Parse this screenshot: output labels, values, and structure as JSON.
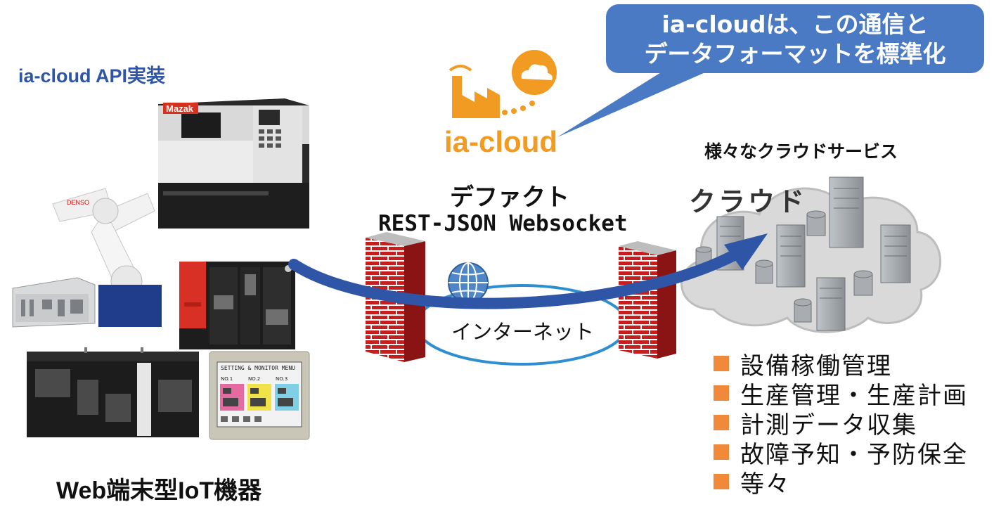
{
  "labels": {
    "api_impl": "ia-cloud API実装",
    "iot_devices": "Web端末型IoT機器",
    "defacto": "デファクト",
    "protocol": "REST-JSON Websocket",
    "internet": "インターネット",
    "cloud": "クラウド",
    "services_title": "様々なクラウドサービス",
    "ia_cloud_logo": "ia-cloud",
    "mazak_brand": "Mazak",
    "denso_brand": "DENSO",
    "hmi_header": "SETTING & MONITOR MENU",
    "hmi_no1": "NO.1",
    "hmi_no2": "NO.2",
    "hmi_no3": "NO.3"
  },
  "callout": {
    "line1": "ia-cloudは、この通信と",
    "line2": "データフォーマットを標準化"
  },
  "services": [
    {
      "label": "設備稼働管理"
    },
    {
      "label": "生産管理・生産計画"
    },
    {
      "label": "計測データ収集"
    },
    {
      "label": "故障予知・予防保全"
    },
    {
      "label": "等々"
    }
  ],
  "colors": {
    "callout_bg": "#4a7ac4",
    "arrow": "#2f56a6",
    "logo_orange": "#f29b22",
    "bullet": "#f08a3a",
    "firewall_brick": "#c41e1e",
    "internet_ring": "#2e8fd0",
    "cloud_fill": "#d8d8d8"
  },
  "icons": [
    "firewall-icon",
    "globe-icon",
    "cloud-icon",
    "server-icon",
    "database-icon",
    "factory-icon"
  ]
}
